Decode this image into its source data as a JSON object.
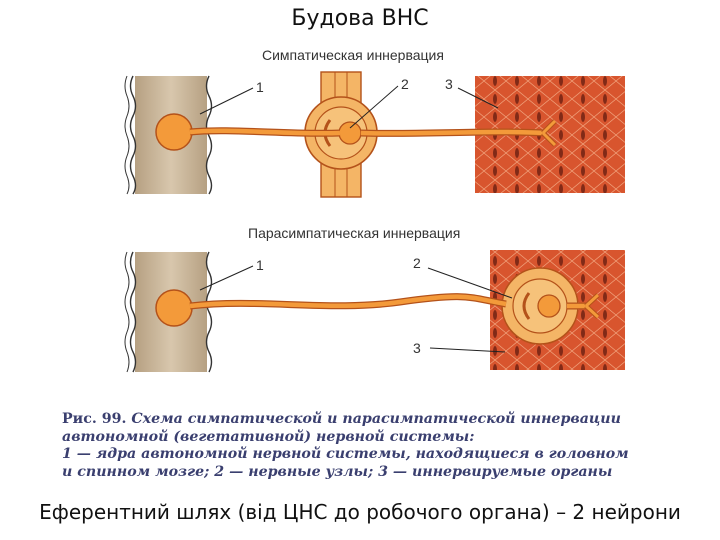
{
  "slide": {
    "title": "Будова ВНС",
    "footer": "Еферентний шлях (від ЦНС до робочого органа) – 2 нейрони"
  },
  "diagram": {
    "sympathetic": {
      "title": "Симпатическая иннервация",
      "labels": [
        "1",
        "2",
        "3"
      ]
    },
    "parasympathetic": {
      "title": "Парасимпатическая иннервация",
      "labels": [
        "1",
        "2",
        "3"
      ]
    }
  },
  "caption": {
    "fig_label": "Рис. 99.",
    "line1": "Схема симпатической и парасимпатической иннервации",
    "line2": "автономной (вегетативной) нервной системы:",
    "line3": "1 — ядра автономной нервной системы, находящиеся в головном",
    "line4": "и спинном мозге; 2 — нервные узлы; 3 — иннервируемые органы"
  },
  "colors": {
    "cord": "#c9b59a",
    "neuron": "#f39a3a",
    "neuron_outline": "#b4521a",
    "ganglion": "#f4b566",
    "muscle": "#d8552e",
    "caption_text": "#3a3f6f"
  }
}
